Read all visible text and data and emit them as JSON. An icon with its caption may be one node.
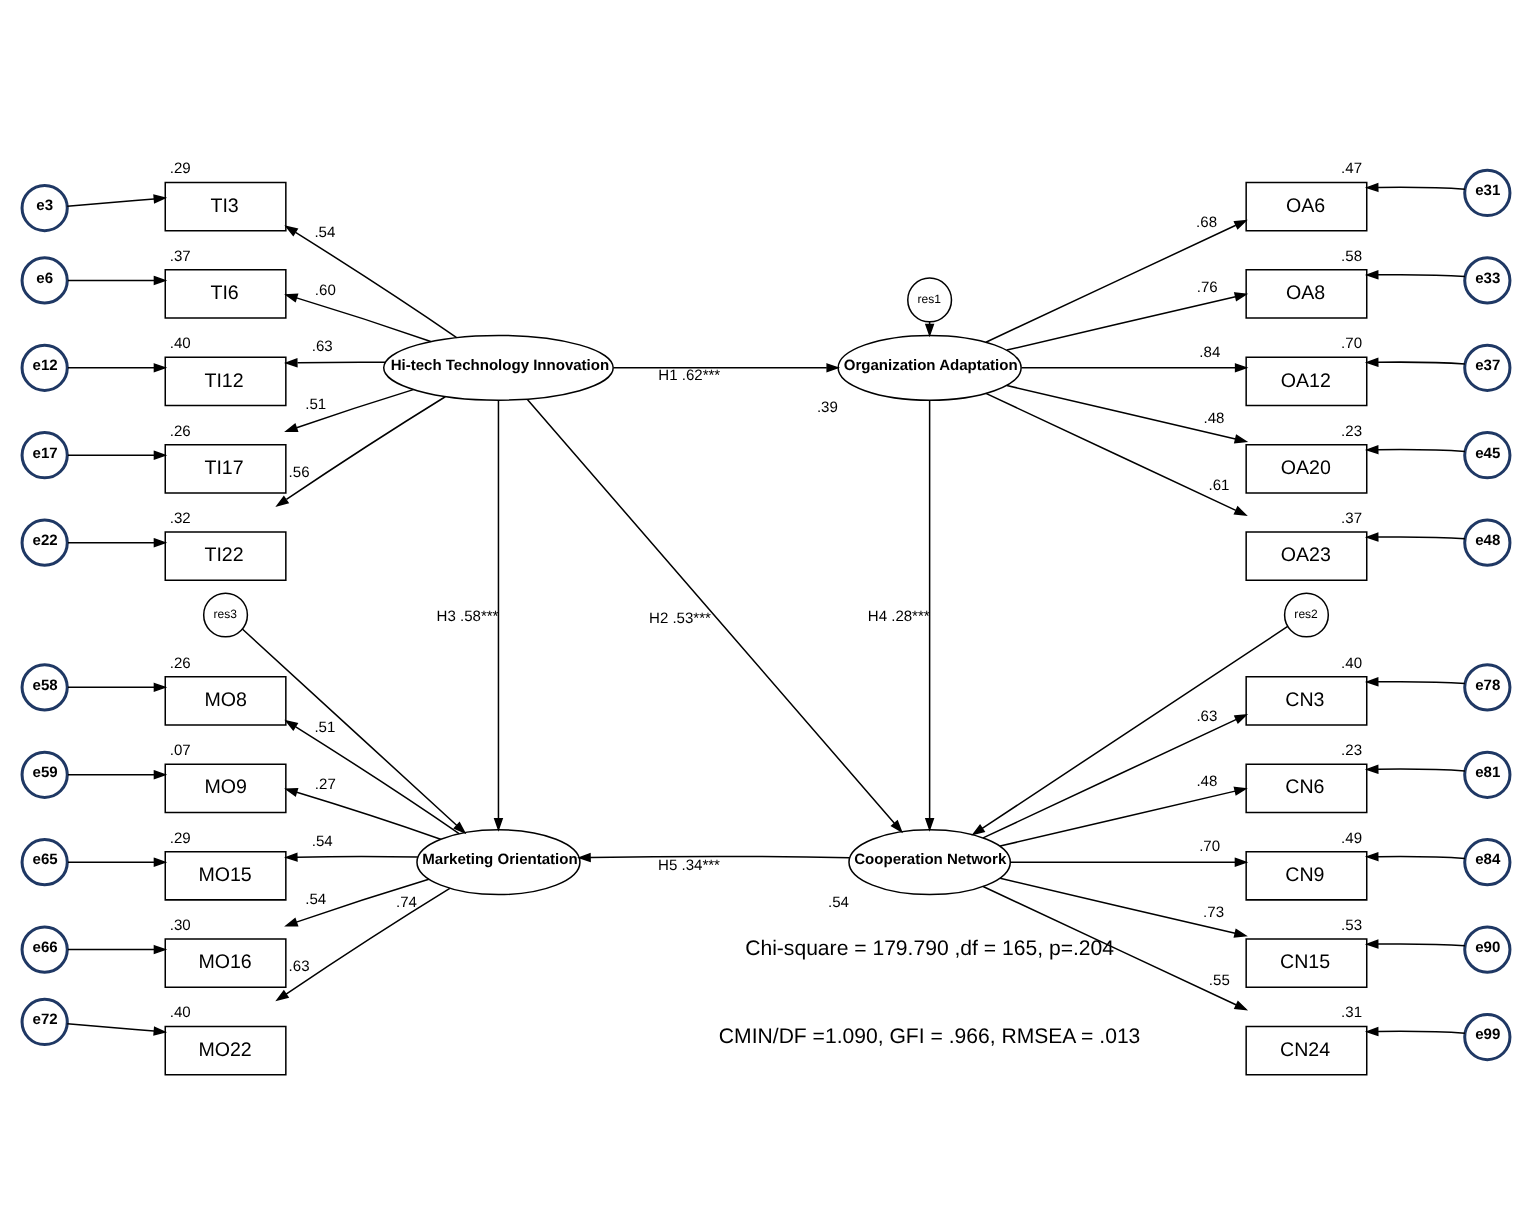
{
  "diagram": {
    "nodes": [
      {
        "text": [
          "Hi-tech Technology Innovation"
        ]
      },
      {
        "text": [
          "Organization Adaptation"
        ],
        "beside": [
          ".39"
        ]
      },
      {
        "text": [
          "Marketing Orientation"
        ],
        "beside": [
          ".74"
        ]
      },
      {
        "text": [
          "Cooperation Network"
        ],
        "beside": [
          ".54"
        ]
      },
      {
        "text": [
          "res1"
        ]
      },
      {
        "text": [
          "res2"
        ]
      },
      {
        "text": [
          "res3"
        ]
      },
      {
        "text": [
          "TI3"
        ],
        "beside": [
          ".29"
        ]
      },
      {
        "text": [
          "TI6"
        ],
        "beside": [
          ".37"
        ]
      },
      {
        "text": [
          "TI12"
        ],
        "beside": [
          ".40"
        ]
      },
      {
        "text": [
          "TI17"
        ],
        "beside": [
          ".26"
        ]
      },
      {
        "text": [
          "TI22"
        ],
        "beside": [
          ".32"
        ]
      },
      {
        "text": [
          "e3"
        ]
      },
      {
        "text": [
          "e6"
        ]
      },
      {
        "text": [
          "e12"
        ]
      },
      {
        "text": [
          "e17"
        ]
      },
      {
        "text": [
          "e22"
        ]
      },
      {
        "text": [
          "OA6"
        ],
        "beside": [
          ".47"
        ]
      },
      {
        "text": [
          "OA8"
        ],
        "beside": [
          ".58"
        ]
      },
      {
        "text": [
          "OA12"
        ],
        "beside": [
          ".70"
        ]
      },
      {
        "text": [
          "OA20"
        ],
        "beside": [
          ".23"
        ]
      },
      {
        "text": [
          "OA23"
        ],
        "beside": [
          ".37"
        ]
      },
      {
        "text": [
          "e31"
        ]
      },
      {
        "text": [
          "e33"
        ]
      },
      {
        "text": [
          "e37"
        ]
      },
      {
        "text": [
          "e45"
        ]
      },
      {
        "text": [
          "e48"
        ]
      },
      {
        "text": [
          "MO8"
        ],
        "beside": [
          ".26"
        ]
      },
      {
        "text": [
          "MO9"
        ],
        "beside": [
          ".07"
        ]
      },
      {
        "text": [
          "MO15"
        ],
        "beside": [
          ".29"
        ]
      },
      {
        "text": [
          "MO16"
        ],
        "beside": [
          ".30"
        ]
      },
      {
        "text": [
          "MO22"
        ],
        "beside": [
          ".40"
        ]
      },
      {
        "text": [
          "e58"
        ]
      },
      {
        "text": [
          "e59"
        ]
      },
      {
        "text": [
          "e65"
        ]
      },
      {
        "text": [
          "e66"
        ]
      },
      {
        "text": [
          "e72"
        ]
      },
      {
        "text": [
          "CN3"
        ],
        "beside": [
          ".40"
        ]
      },
      {
        "text": [
          "CN6"
        ],
        "beside": [
          ".23"
        ]
      },
      {
        "text": [
          "CN9"
        ],
        "beside": [
          ".49"
        ]
      },
      {
        "text": [
          "CN15"
        ],
        "beside": [
          ".53"
        ]
      },
      {
        "text": [
          "CN24"
        ],
        "beside": [
          ".31"
        ]
      },
      {
        "text": [
          "e78"
        ]
      },
      {
        "text": [
          "e81"
        ]
      },
      {
        "text": [
          "e84"
        ]
      },
      {
        "text": [
          "e90"
        ]
      },
      {
        "text": [
          "e99"
        ]
      }
    ],
    "edges": [
      {
        "from": 0,
        "to": 1,
        "arrow": "to",
        "label": "H1 .62***"
      },
      {
        "from": 0,
        "to": 2,
        "arrow": "to",
        "label": "H3 .58***"
      },
      {
        "from": 0,
        "to": 3,
        "arrow": "to",
        "label": "H2 .53***"
      },
      {
        "from": 1,
        "to": 3,
        "arrow": "to",
        "label": "H4 .28***"
      },
      {
        "from": 3,
        "to": 2,
        "arrow": "to",
        "label": "H5 .34***"
      },
      {
        "from": 4,
        "to": 1,
        "arrow": "to"
      },
      {
        "from": 5,
        "to": 3,
        "arrow": "to"
      },
      {
        "from": 6,
        "to": 2,
        "arrow": "to"
      },
      {
        "from": 0,
        "to": 7,
        "arrow": "to",
        "label": ".54"
      },
      {
        "from": 0,
        "to": 8,
        "arrow": "to",
        "label": ".60"
      },
      {
        "from": 0,
        "to": 9,
        "arrow": "to",
        "label": ".63"
      },
      {
        "from": 0,
        "to": 10,
        "arrow": "to",
        "label": ".51"
      },
      {
        "from": 0,
        "to": 11,
        "arrow": "to",
        "label": ".56"
      },
      {
        "from": 12,
        "to": 7,
        "arrow": "to"
      },
      {
        "from": 13,
        "to": 8,
        "arrow": "to"
      },
      {
        "from": 14,
        "to": 9,
        "arrow": "to"
      },
      {
        "from": 15,
        "to": 10,
        "arrow": "to"
      },
      {
        "from": 16,
        "to": 11,
        "arrow": "to"
      },
      {
        "from": 1,
        "to": 17,
        "arrow": "to",
        "label": ".68"
      },
      {
        "from": 1,
        "to": 18,
        "arrow": "to",
        "label": ".76"
      },
      {
        "from": 1,
        "to": 19,
        "arrow": "to",
        "label": ".84"
      },
      {
        "from": 1,
        "to": 20,
        "arrow": "to",
        "label": ".48"
      },
      {
        "from": 1,
        "to": 21,
        "arrow": "to",
        "label": ".61"
      },
      {
        "from": 22,
        "to": 17,
        "arrow": "to"
      },
      {
        "from": 23,
        "to": 18,
        "arrow": "to"
      },
      {
        "from": 24,
        "to": 19,
        "arrow": "to"
      },
      {
        "from": 25,
        "to": 20,
        "arrow": "to"
      },
      {
        "from": 26,
        "to": 21,
        "arrow": "to"
      },
      {
        "from": 2,
        "to": 27,
        "arrow": "to",
        "label": ".51"
      },
      {
        "from": 2,
        "to": 28,
        "arrow": "to",
        "label": ".27"
      },
      {
        "from": 2,
        "to": 29,
        "arrow": "to",
        "label": ".54"
      },
      {
        "from": 2,
        "to": 30,
        "arrow": "to",
        "label": ".54"
      },
      {
        "from": 2,
        "to": 31,
        "arrow": "to",
        "label": ".63"
      },
      {
        "from": 32,
        "to": 27,
        "arrow": "to"
      },
      {
        "from": 33,
        "to": 28,
        "arrow": "to"
      },
      {
        "from": 34,
        "to": 29,
        "arrow": "to"
      },
      {
        "from": 35,
        "to": 30,
        "arrow": "to"
      },
      {
        "from": 36,
        "to": 31,
        "arrow": "to"
      },
      {
        "from": 3,
        "to": 37,
        "arrow": "to",
        "label": ".63"
      },
      {
        "from": 3,
        "to": 38,
        "arrow": "to",
        "label": ".48"
      },
      {
        "from": 3,
        "to": 39,
        "arrow": "to",
        "label": ".70"
      },
      {
        "from": 3,
        "to": 40,
        "arrow": "to",
        "label": ".73"
      },
      {
        "from": 3,
        "to": 41,
        "arrow": "to",
        "label": ".55"
      },
      {
        "from": 42,
        "to": 37,
        "arrow": "to"
      },
      {
        "from": 43,
        "to": 38,
        "arrow": "to"
      },
      {
        "from": 44,
        "to": 39,
        "arrow": "to"
      },
      {
        "from": 45,
        "to": 40,
        "arrow": "to"
      },
      {
        "from": 46,
        "to": 41,
        "arrow": "to"
      }
    ],
    "labels": [
      "Chi-square = 179.790 ,df = 165, p=.204",
      "CMIN/DF =1.090, GFI = .966, RMSEA = .013"
    ]
  }
}
